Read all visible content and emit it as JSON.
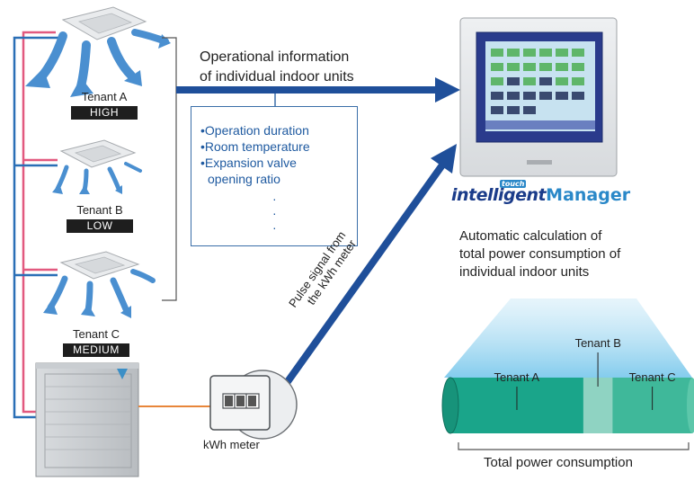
{
  "tenants": [
    {
      "name": "Tenant A",
      "level": "HIGH"
    },
    {
      "name": "Tenant B",
      "level": "LOW"
    },
    {
      "name": "Tenant C",
      "level": "MEDIUM"
    }
  ],
  "info": {
    "heading_line1": "Operational information",
    "heading_line2": "of individual indoor units",
    "items": [
      "Operation duration",
      "Room temperature",
      "Expansion valve",
      "opening ratio"
    ],
    "bullet": "•",
    "ellipsis": "·"
  },
  "brand": {
    "part1": "intelligent",
    "part2": "Manager",
    "badge": "touch"
  },
  "calc": {
    "line1": "Automatic calculation of",
    "line2": "total power consumption of",
    "line3": "individual indoor units"
  },
  "pulse": {
    "line1": "Pulse signal from",
    "line2": "the kWh meter"
  },
  "meter": {
    "label": "kWh meter"
  },
  "consumption": {
    "segments": [
      {
        "name": "Tenant A",
        "share": 0.55
      },
      {
        "name": "Tenant B",
        "share": 0.12
      },
      {
        "name": "Tenant C",
        "share": 0.33
      }
    ],
    "total_label": "Total power consumption"
  },
  "colors": {
    "arrow": "#1f4f9a",
    "pipe_red": "#e2597f",
    "pipe_blue": "#2a6fb6",
    "meter_line": "#e8863a",
    "seg_a": "#1aa58a",
    "seg_b": "#8fd3c2",
    "seg_c": "#3fb89a"
  }
}
